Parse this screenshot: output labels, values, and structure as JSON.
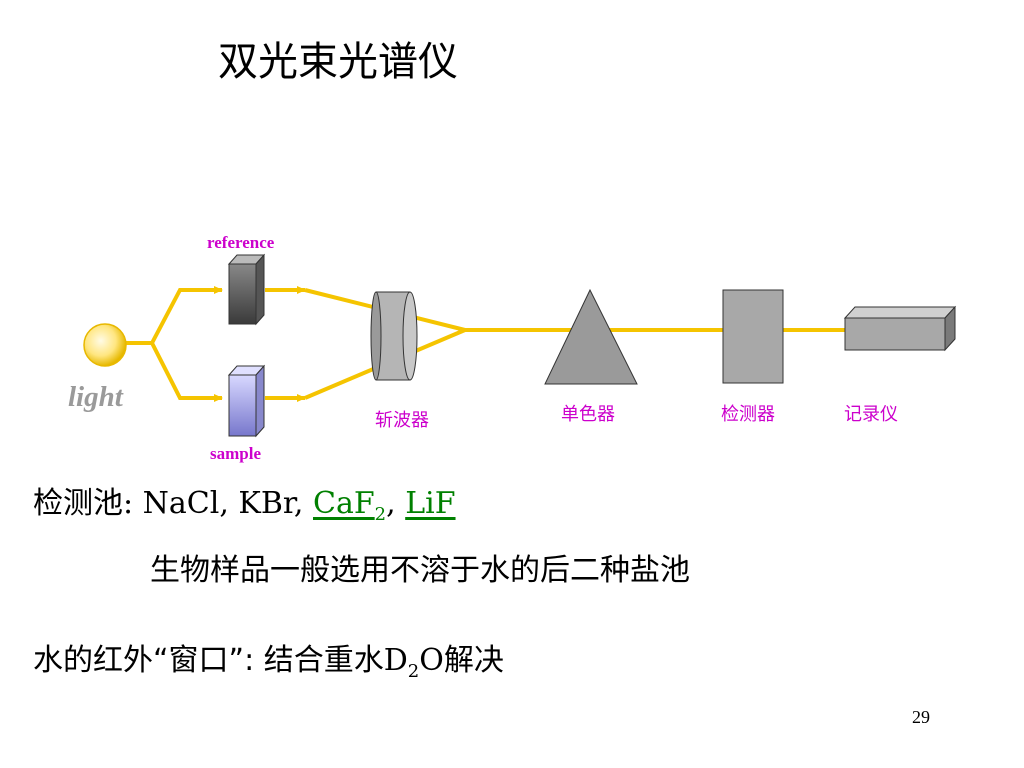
{
  "title": "双光束光谱仪",
  "diagram": {
    "reference": "reference",
    "sample": "sample",
    "light": "light",
    "chopper": "斩波器",
    "monochromator": "单色器",
    "detector": "检测器",
    "recorder": "记录仪"
  },
  "text": {
    "line1": {
      "lead": "检测池",
      "colon": ": ",
      "salts": "NaCl, KBr, ",
      "caf_main": "CaF",
      "caf_sub": "2",
      "comma": ", ",
      "lif": "LiF"
    },
    "line2": "生物样品一般选用不溶于水的后二种盐池",
    "line3": {
      "lead": "水的红外“窗口”: ",
      "tail_a": "结合重水D",
      "tail_sub": "2",
      "tail_b": "O解决"
    }
  },
  "page_number": "29",
  "colors": {
    "beam": "#f5c400",
    "label_magenta": "#cc00cc",
    "link_green": "#008000"
  }
}
